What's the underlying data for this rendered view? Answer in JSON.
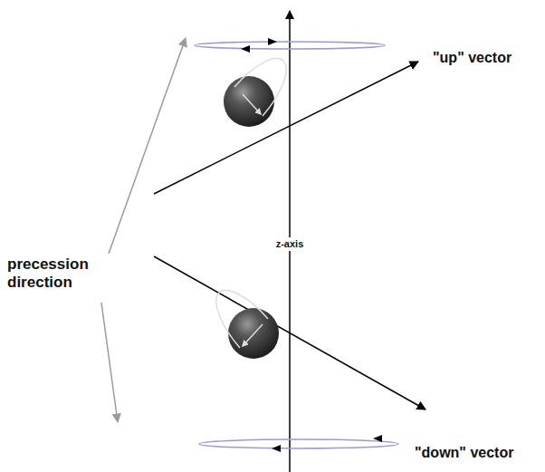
{
  "diagram": {
    "labels": [
      "\"up\" vector",
      "precession direction",
      "z-axis",
      "\"down\" vector"
    ]
  }
}
